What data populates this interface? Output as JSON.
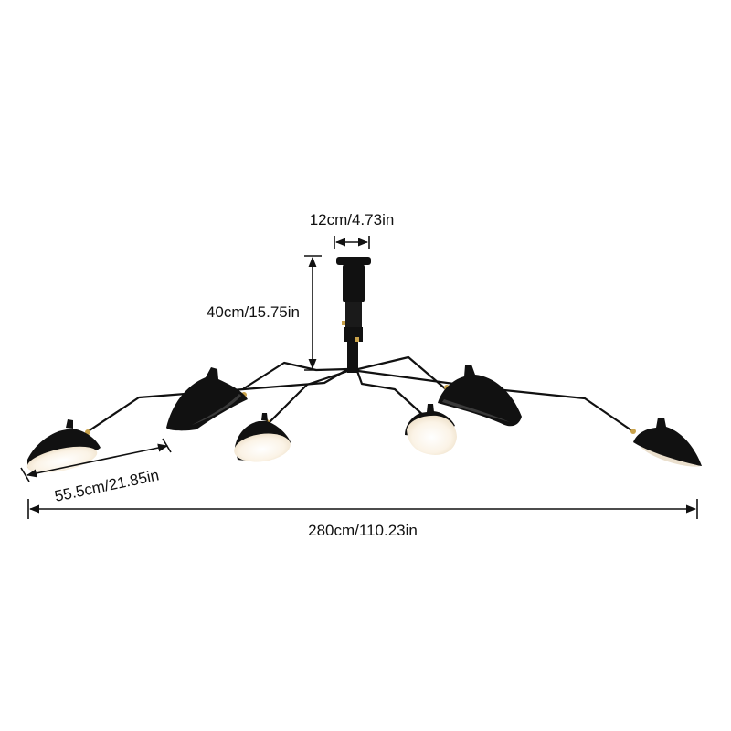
{
  "dimensions": {
    "canopy_width": "12cm/4.73in",
    "drop_height": "40cm/15.75in",
    "arm_length": "55.5cm/21.85in",
    "total_span": "280cm/110.23in"
  },
  "colors": {
    "background": "#ffffff",
    "metal": "#111111",
    "shade_inner": "#fbf3e6",
    "brass_joint": "#c9a24a",
    "dimension_line": "#111111"
  },
  "icons": {
    "fixture": "spider-ceiling-lamp",
    "shade": "lamp-shade-icon",
    "arrow": "dimension-arrow"
  }
}
